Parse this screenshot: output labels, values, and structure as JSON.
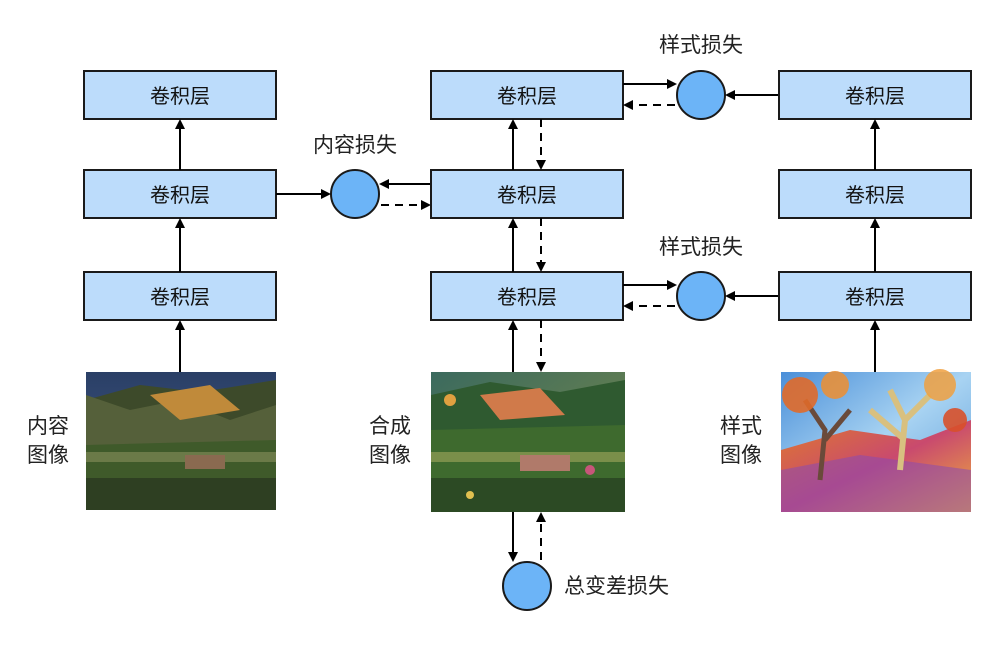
{
  "colors": {
    "layer_fill": "#bcdcfb",
    "layer_stroke": "#1a1a1a",
    "loss_fill": "#6cb4f7",
    "loss_stroke": "#1a1a1a",
    "arrow": "#000000"
  },
  "content_branch": {
    "layers": [
      "卷积层",
      "卷积层",
      "卷积层"
    ],
    "image_label_line1": "内容",
    "image_label_line2": "图像"
  },
  "synthesis_branch": {
    "layers": [
      "卷积层",
      "卷积层",
      "卷积层"
    ],
    "image_label_line1": "合成",
    "image_label_line2": "图像"
  },
  "style_branch": {
    "layers": [
      "卷积层",
      "卷积层",
      "卷积层"
    ],
    "image_label_line1": "样式",
    "image_label_line2": "图像"
  },
  "losses": {
    "content": "内容损失",
    "style_top": "样式损失",
    "style_bottom": "样式损失",
    "total_variation": "总变差损失"
  }
}
